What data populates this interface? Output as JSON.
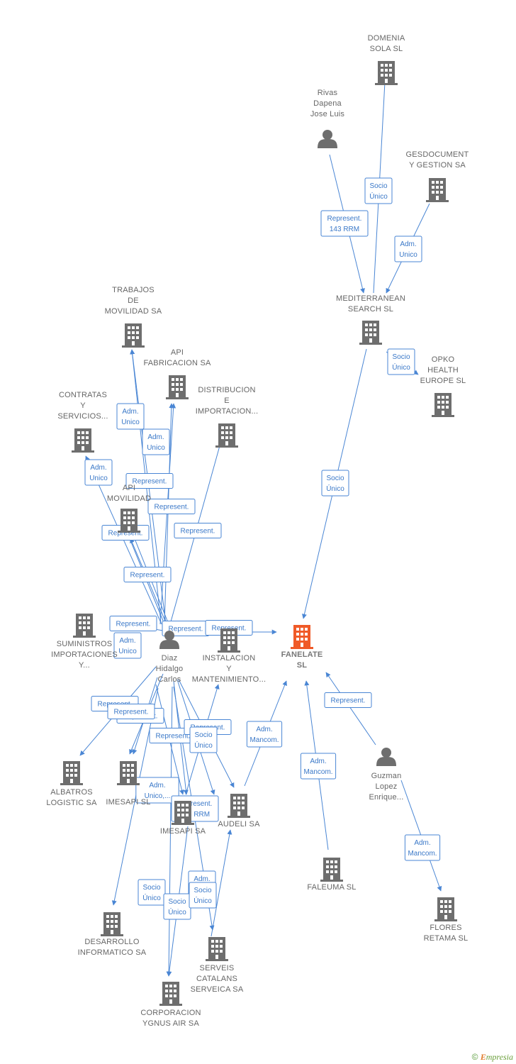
{
  "colors": {
    "edge": "#4a86d4",
    "building": "#6e6e6e",
    "focus": "#f05a28",
    "person": "#6e6e6e"
  },
  "footer": {
    "copyright": "©",
    "brand_initial": "E",
    "brand_rest": "mpresia"
  },
  "nodes": [
    {
      "id": "domenia",
      "type": "company",
      "label": [
        "DOMENIA",
        "SOLA SL"
      ]
    },
    {
      "id": "rivas",
      "type": "person",
      "label": [
        "Rivas",
        "Dapena",
        "Jose Luis"
      ]
    },
    {
      "id": "gesdocument",
      "type": "company",
      "label": [
        "GESDOCUMENT",
        "Y GESTION SA"
      ]
    },
    {
      "id": "mediterranean",
      "type": "company",
      "label": [
        "MEDITERRANEAN",
        "SEARCH SL"
      ]
    },
    {
      "id": "opko",
      "type": "company",
      "label": [
        "OPKO",
        "HEALTH",
        "EUROPE  SL"
      ]
    },
    {
      "id": "trabajos",
      "type": "company",
      "label": [
        "TRABAJOS",
        "DE",
        "MOVILIDAD SA"
      ]
    },
    {
      "id": "apifab",
      "type": "company",
      "label": [
        "API",
        "FABRICACION SA"
      ]
    },
    {
      "id": "distribucion",
      "type": "company",
      "label": [
        "DISTRIBUCION",
        "E",
        "IMPORTACION..."
      ]
    },
    {
      "id": "contratas",
      "type": "company",
      "label": [
        "CONTRATAS",
        "Y",
        "SERVICIOS..."
      ]
    },
    {
      "id": "apimov",
      "type": "company",
      "label": [
        "API",
        "MOVILIDAD"
      ]
    },
    {
      "id": "suministros",
      "type": "company",
      "label": [
        "SUMINISTROS",
        "IMPORTACIONES",
        "Y..."
      ]
    },
    {
      "id": "diaz",
      "type": "person",
      "label": [
        "Diaz",
        "Hidalgo",
        "Carlos"
      ]
    },
    {
      "id": "instalacion",
      "type": "company",
      "label": [
        "INSTALACION",
        "Y",
        "MANTENIMIENTO..."
      ]
    },
    {
      "id": "fanelate",
      "type": "focus",
      "label": [
        "FANELATE",
        "SL"
      ]
    },
    {
      "id": "albatros",
      "type": "company",
      "label": [
        "ALBATROS",
        "LOGISTIC SA"
      ]
    },
    {
      "id": "imesapisl",
      "type": "company",
      "label": [
        "IMESAPI SL"
      ]
    },
    {
      "id": "imesapisa",
      "type": "company",
      "label": [
        "IMESAPI SA"
      ]
    },
    {
      "id": "audeli",
      "type": "company",
      "label": [
        "AUDELI SA"
      ]
    },
    {
      "id": "faleuma",
      "type": "company",
      "label": [
        "FALEUMA  SL"
      ]
    },
    {
      "id": "guzman",
      "type": "person",
      "label": [
        "Guzman",
        "Lopez",
        "Enrique..."
      ]
    },
    {
      "id": "flores",
      "type": "company",
      "label": [
        "FLORES",
        "RETAMA SL"
      ]
    },
    {
      "id": "desarrollo",
      "type": "company",
      "label": [
        "DESARROLLO",
        "INFORMATICO SA"
      ]
    },
    {
      "id": "serveis",
      "type": "company",
      "label": [
        "SERVEIS",
        "CATALANS",
        "SERVEICA SA"
      ]
    },
    {
      "id": "corporacion",
      "type": "company",
      "label": [
        "CORPORACION",
        "YGNUS AIR SA"
      ]
    }
  ],
  "edges": [
    {
      "from": "rivas",
      "to": "mediterranean",
      "label": [
        "Represent.",
        "143 RRM"
      ]
    },
    {
      "from": "mediterranean",
      "to": "domenia",
      "label": [
        "Socio",
        "Único"
      ]
    },
    {
      "from": "gesdocument",
      "to": "mediterranean",
      "label": [
        "Adm.",
        "Unico"
      ]
    },
    {
      "from": "mediterranean",
      "to": "opko",
      "label": [
        "Socio",
        "Único"
      ]
    },
    {
      "from": "mediterranean",
      "to": "fanelate",
      "label": [
        "Socio",
        "Único"
      ]
    },
    {
      "from": "diaz",
      "to": "trabajos",
      "label": [
        "Adm.",
        "Unico"
      ]
    },
    {
      "from": "diaz",
      "to": "trabajos",
      "label": []
    },
    {
      "from": "diaz",
      "to": "apifab",
      "label": [
        "Adm.",
        "Unico"
      ]
    },
    {
      "from": "diaz",
      "to": "apifab",
      "label": [
        "Represent."
      ]
    },
    {
      "from": "diaz",
      "to": "contratas",
      "label": [
        "Adm.",
        "Unico"
      ]
    },
    {
      "from": "diaz",
      "to": "apimov",
      "label": [
        "Represent."
      ]
    },
    {
      "from": "diaz",
      "to": "apimov",
      "label": [
        "Represent."
      ]
    },
    {
      "from": "diaz",
      "to": "distribucion",
      "label": [
        "Represent."
      ]
    },
    {
      "from": "diaz",
      "to": "apimov",
      "label": [
        "Represent."
      ]
    },
    {
      "from": "diaz",
      "to": "suministros",
      "label": [
        "Represent."
      ]
    },
    {
      "from": "diaz",
      "to": "instalacion",
      "label": [
        "Represent."
      ]
    },
    {
      "from": "diaz",
      "to": "fanelate",
      "label": [
        "Represent."
      ]
    },
    {
      "from": "diaz",
      "to": "albatros",
      "label": [
        "Adm.",
        "Unico"
      ]
    },
    {
      "from": "diaz",
      "to": "imesapisl",
      "label": [
        "Represent."
      ]
    },
    {
      "from": "diaz",
      "to": "imesapisl",
      "label": [
        "Represent."
      ]
    },
    {
      "from": "diaz",
      "to": "imesapisa",
      "label": [
        "Represent."
      ]
    },
    {
      "from": "diaz",
      "to": "audeli",
      "label": [
        "Represent."
      ]
    },
    {
      "from": "imesapisa",
      "to": "instalacion",
      "label": [
        "Socio",
        "Único"
      ]
    },
    {
      "from": "diaz",
      "to": "imesapisa",
      "label": [
        "Adm.",
        "Unico,..."
      ]
    },
    {
      "from": "diaz",
      "to": "audeli",
      "label": [
        "Represent.",
        "143 RRM"
      ]
    },
    {
      "from": "diaz",
      "to": "desarrollo",
      "label": [
        "Represent."
      ]
    },
    {
      "from": "diaz",
      "to": "serveis",
      "label": [
        "Adm.",
        "Unico"
      ]
    },
    {
      "from": "diaz",
      "to": "corporacion",
      "label": [
        "Socio",
        "Único"
      ]
    },
    {
      "from": "imesapisa",
      "to": "corporacion",
      "label": [
        "Socio",
        "Único"
      ]
    },
    {
      "from": "serveis",
      "to": "audeli",
      "label": [
        "Socio",
        "Único"
      ]
    },
    {
      "from": "audeli",
      "to": "fanelate",
      "label": [
        "Adm.",
        "Mancom."
      ]
    },
    {
      "from": "faleuma",
      "to": "fanelate",
      "label": [
        "Adm.",
        "Mancom."
      ]
    },
    {
      "from": "guzman",
      "to": "fanelate",
      "label": [
        "Represent."
      ]
    },
    {
      "from": "guzman",
      "to": "flores",
      "label": [
        "Adm.",
        "Mancom."
      ]
    }
  ]
}
